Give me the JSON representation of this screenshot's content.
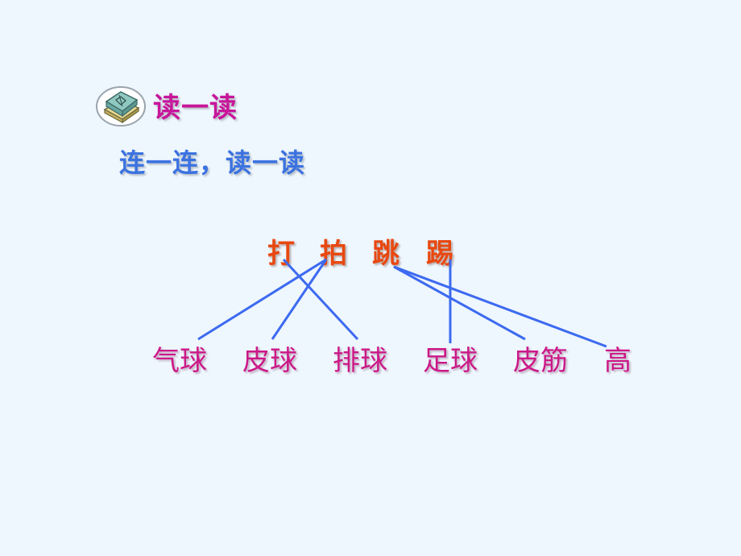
{
  "header": {
    "icon": "book-icon",
    "title": "读一读"
  },
  "instruction": "连一连，读一读",
  "verbs": [
    "打",
    "拍",
    "跳",
    "踢"
  ],
  "nouns": [
    "气球",
    "皮球",
    "排球",
    "足球",
    "皮筋",
    "高"
  ],
  "connections": [
    {
      "verb": "拍",
      "noun": "气球"
    },
    {
      "verb": "拍",
      "noun": "皮球"
    },
    {
      "verb": "打",
      "noun": "排球"
    },
    {
      "verb": "踢",
      "noun": "足球"
    },
    {
      "verb": "跳",
      "noun": "皮筋"
    },
    {
      "verb": "跳",
      "noun": "高"
    }
  ],
  "colors": {
    "background": "#EEF6FE",
    "title": "#C8169A",
    "instruction": "#3B72E0",
    "verb": "#E84810",
    "noun": "#CC1888",
    "line": "#3C6AF0"
  }
}
